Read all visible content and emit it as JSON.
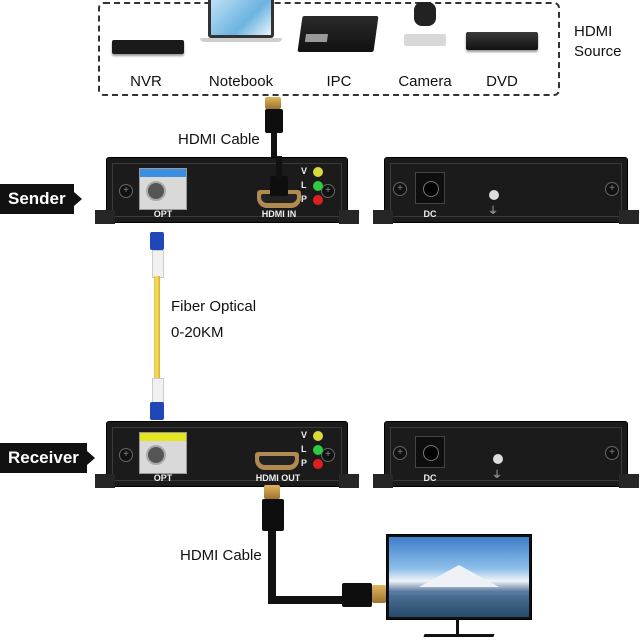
{
  "source_group": {
    "label_line1": "HDMI",
    "label_line2": "Source",
    "devices": [
      {
        "name": "NVR",
        "icon": "nvr-icon"
      },
      {
        "name": "Notebook",
        "icon": "notebook-icon"
      },
      {
        "name": "IPC",
        "icon": "ipc-icon"
      },
      {
        "name": "Camera",
        "icon": "camera-icon"
      },
      {
        "name": "DVD",
        "icon": "dvd-icon"
      }
    ]
  },
  "top_cable_label": "HDMI Cable",
  "sender": {
    "tag": "Sender",
    "front": {
      "opt_label": "OPT",
      "hdmi_label": "HDMI IN",
      "leds": [
        {
          "letter": "V",
          "color": "#d9d93a"
        },
        {
          "letter": "L",
          "color": "#2ecc40"
        },
        {
          "letter": "P",
          "color": "#e02020"
        }
      ],
      "sfp_color": "#3a8ee0"
    },
    "rear": {
      "dc_label": "DC"
    }
  },
  "fiber": {
    "line1": "Fiber Optical",
    "line2": "0-20KM"
  },
  "receiver": {
    "tag": "Receiver",
    "front": {
      "opt_label": "OPT",
      "hdmi_label": "HDMI OUT",
      "leds": [
        {
          "letter": "V",
          "color": "#d9d93a"
        },
        {
          "letter": "L",
          "color": "#2ecc40"
        },
        {
          "letter": "P",
          "color": "#e02020"
        }
      ],
      "sfp_color": "#e6e620"
    },
    "rear": {
      "dc_label": "DC"
    }
  },
  "bottom_cable_label": "HDMI Cable",
  "display": {
    "icon": "monitor-icon"
  }
}
